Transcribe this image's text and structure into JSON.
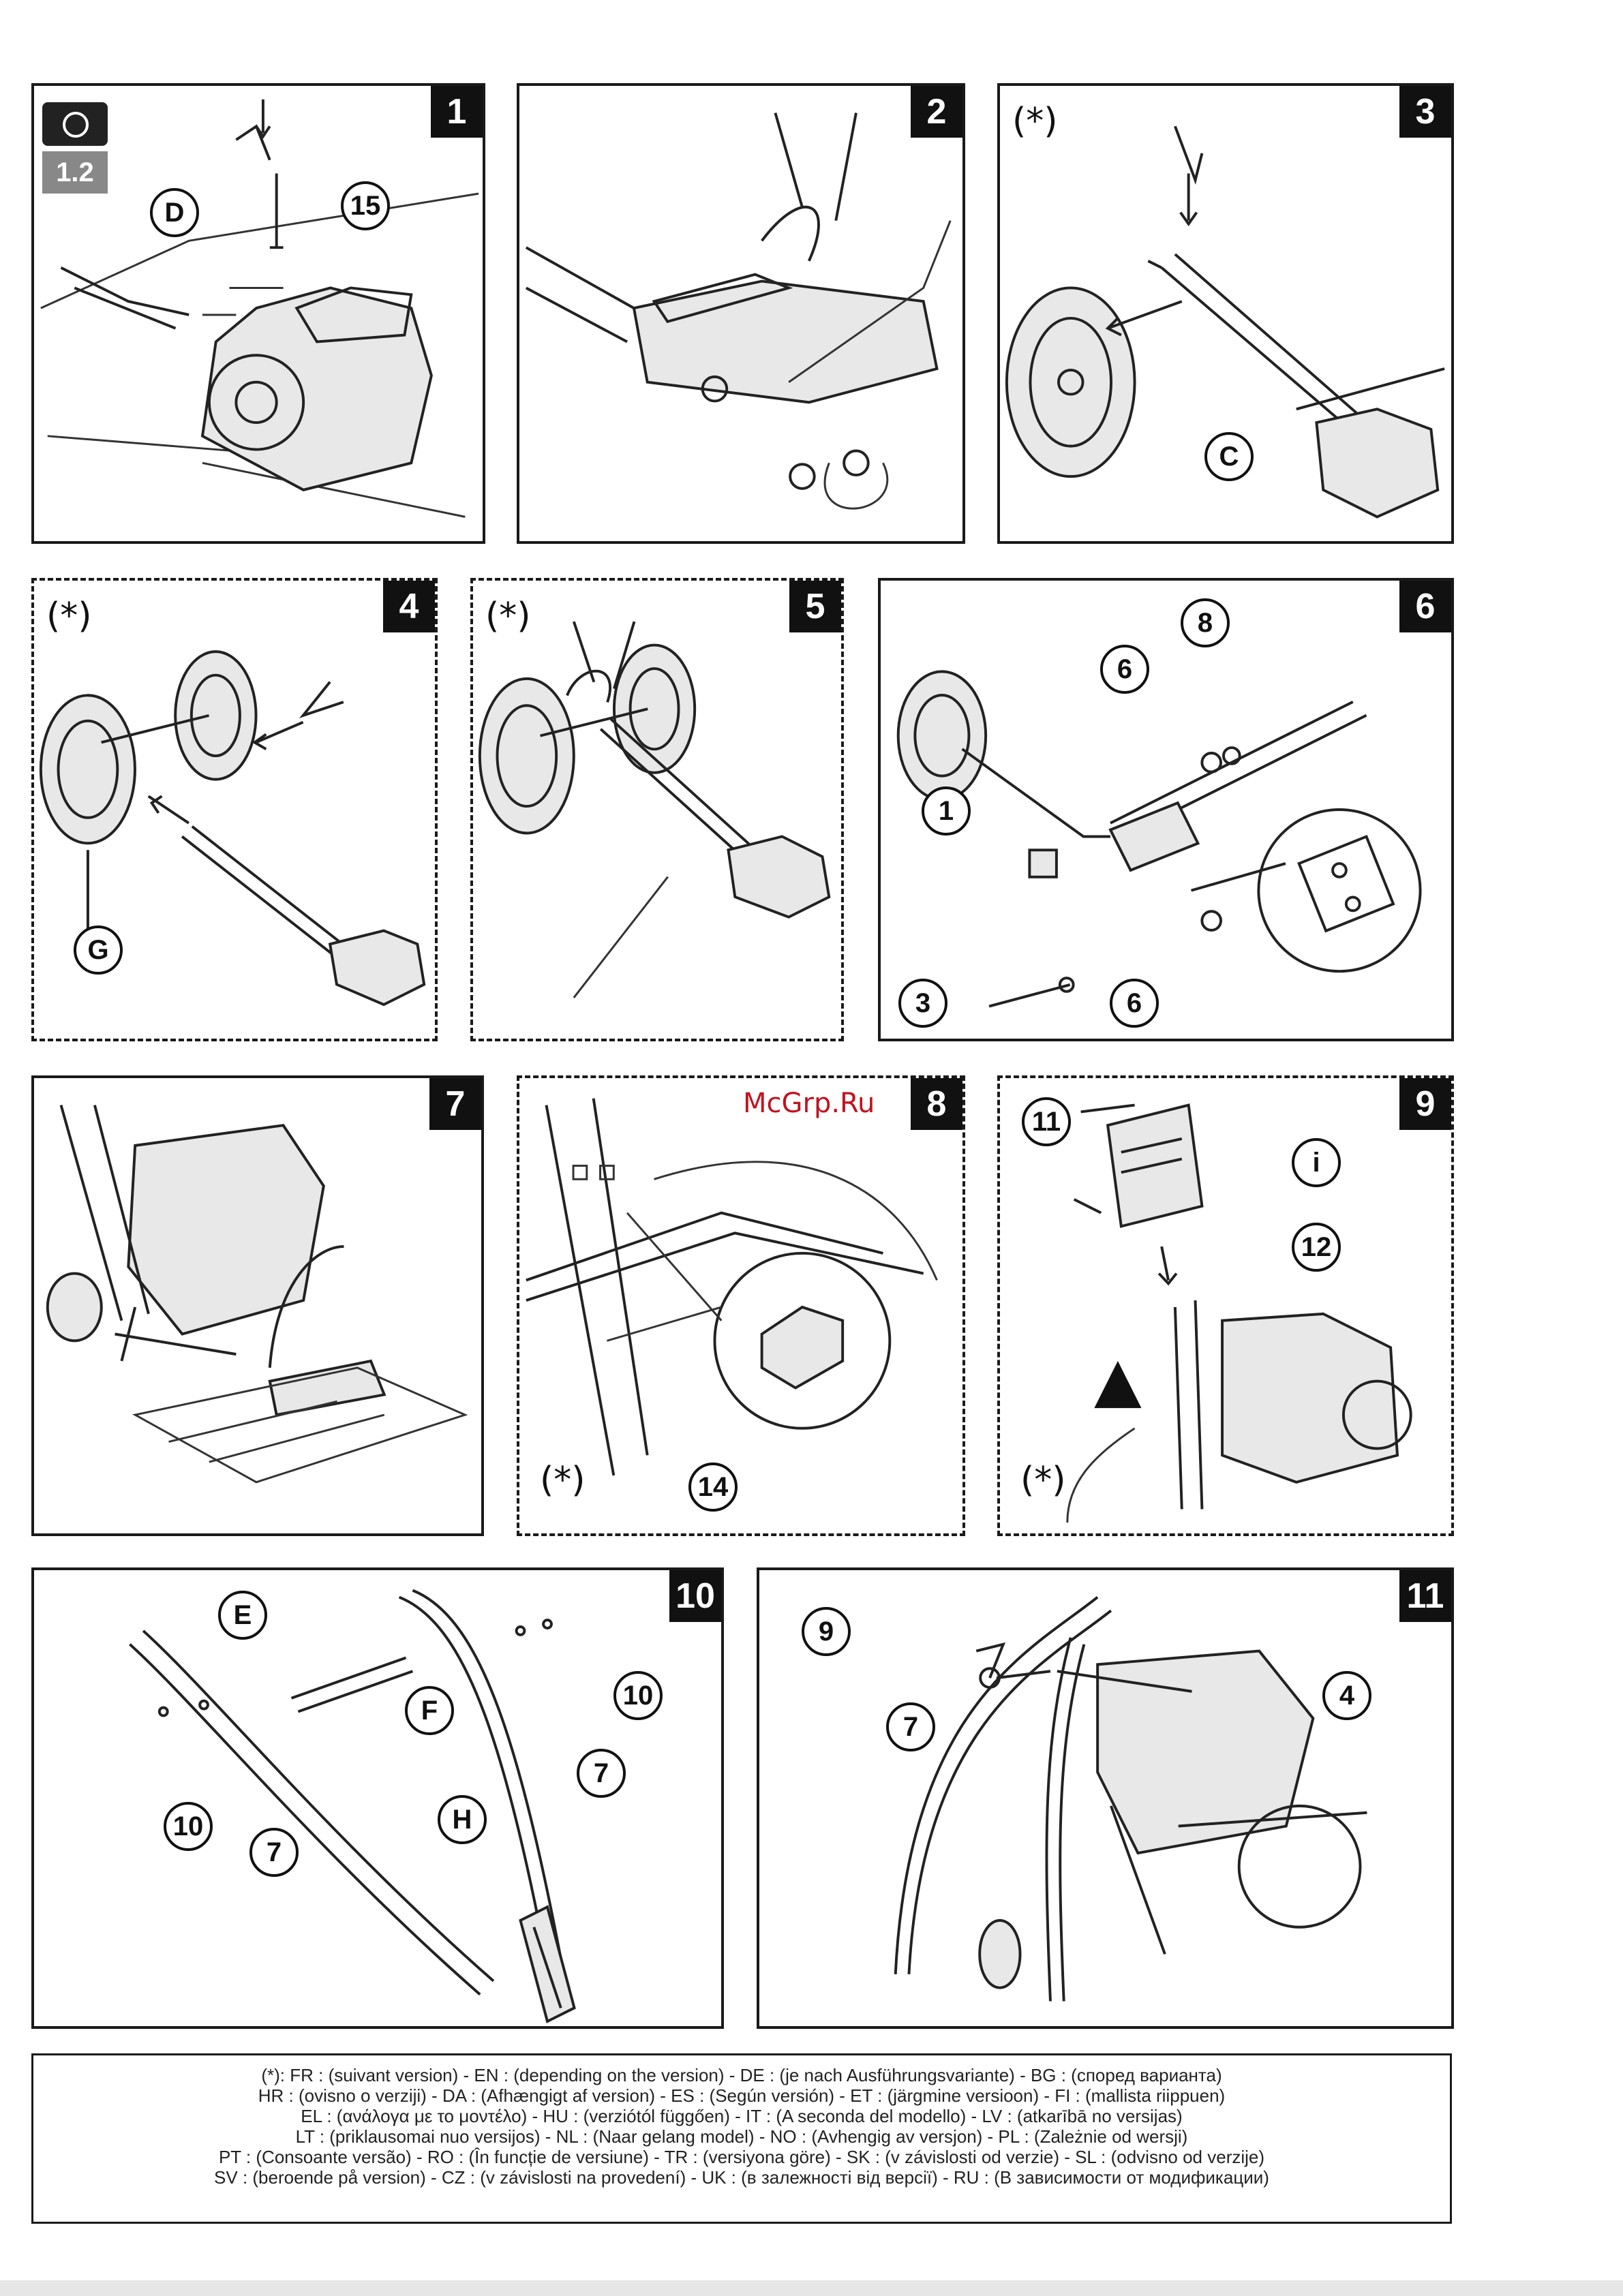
{
  "panels": [
    {
      "number": "1",
      "optional": "",
      "badge": "1.2",
      "callouts": [
        "D",
        "15"
      ]
    },
    {
      "number": "2",
      "optional": "",
      "callouts": []
    },
    {
      "number": "3",
      "optional": "(*)",
      "callouts": [
        "C"
      ]
    },
    {
      "number": "4",
      "optional": "(*)",
      "callouts": [
        "G"
      ]
    },
    {
      "number": "5",
      "optional": "(*)",
      "callouts": []
    },
    {
      "number": "6",
      "optional": "",
      "callouts": [
        "8",
        "6",
        "1",
        "3",
        "6"
      ]
    },
    {
      "number": "7",
      "optional": "",
      "callouts": []
    },
    {
      "number": "8",
      "optional": "(*)",
      "callouts": [
        "14"
      ]
    },
    {
      "number": "9",
      "optional": "(*)",
      "callouts": [
        "11",
        "i",
        "12"
      ]
    },
    {
      "number": "10",
      "optional": "",
      "callouts": [
        "E",
        "F",
        "10",
        "7",
        "10",
        "7",
        "H"
      ]
    },
    {
      "number": "11",
      "optional": "",
      "callouts": [
        "9",
        "7",
        "4"
      ]
    }
  ],
  "watermark": "McGrp.Ru",
  "legend": [
    "(*): FR : (suivant version) - EN : (depending on the version) - DE : (je nach Ausführungsvariante) - BG : (според варианта)",
    "HR : (ovisno o verziji) - DA : (Afhængigt af version) - ES : (Según versión) - ET : (järgmine versioon) - FI : (mallista riippuen)",
    "EL : (ανάλογα με το μοντέλο) - HU : (verziótól függően) - IT : (A seconda del modello) - LV : (atkarībā no versijas)",
    "LT : (priklausomai nuo versijos) - NL : (Naar gelang model) - NO : (Avhengig av versjon) - PL : (Zależnie od wersji)",
    "PT : (Consoante versão) - RO : (În funcție de versiune) - TR : (versiyona göre) - SK : (v závislosti od verzie) - SL : (odvisno od verzije)",
    "SV : (beroende på version) - CZ : (v závislosti na provedení) - UK : (в залежності від версії) - RU : (В зависимости от модификации)"
  ]
}
